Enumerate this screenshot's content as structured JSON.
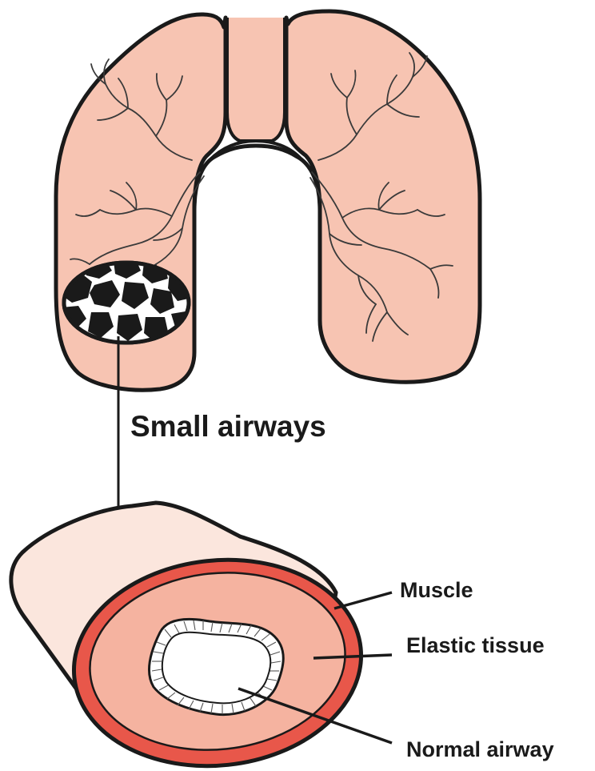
{
  "labels": {
    "small_airways": "Small airways",
    "muscle": "Muscle",
    "elastic_tissue": "Elastic tissue",
    "normal_airway": "Normal airway"
  },
  "colors": {
    "lung_fill": "#f7c4b2",
    "tube_fill": "#fbe6dd",
    "muscle_fill": "#e8574a",
    "elastic_fill": "#f5b3a0",
    "lumen_fill": "#ffffff",
    "outline": "#1a1a1a"
  }
}
